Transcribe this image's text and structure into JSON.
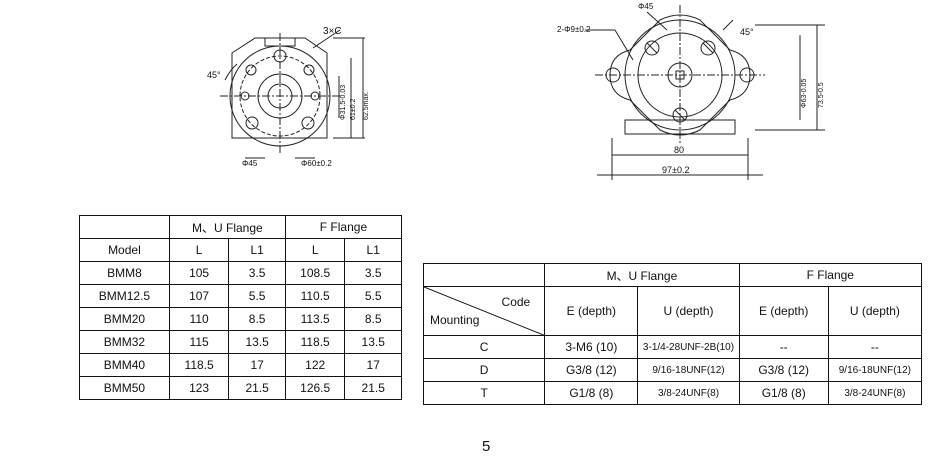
{
  "drawing_left": {
    "labels": {
      "holes": "3×C",
      "angle": "45°",
      "dia_bottom": "Φ45",
      "dia_circle": "Φ60±0.2",
      "dim1": "Φ31.5-0.03",
      "dim2": "61±0.2",
      "dim3": "62.5max."
    }
  },
  "drawing_right": {
    "labels": {
      "holes": "2-Φ9±0.2",
      "dia_top": "Φ45",
      "angle": "45°",
      "dim_v1": "Φ63-0.05",
      "dim_v2": "73.5-0.5",
      "width1": "80",
      "width2": "97±0.2"
    }
  },
  "table_left": {
    "group_headers": [
      "M、U Flange",
      "F Flange"
    ],
    "columns": [
      "Model",
      "L",
      "L1",
      "L",
      "L1"
    ],
    "rows": [
      [
        "BMM8",
        "105",
        "3.5",
        "108.5",
        "3.5"
      ],
      [
        "BMM12.5",
        "107",
        "5.5",
        "110.5",
        "5.5"
      ],
      [
        "BMM20",
        "110",
        "8.5",
        "113.5",
        "8.5"
      ],
      [
        "BMM32",
        "115",
        "13.5",
        "118.5",
        "13.5"
      ],
      [
        "BMM40",
        "118.5",
        "17",
        "122",
        "17"
      ],
      [
        "BMM50",
        "123",
        "21.5",
        "126.5",
        "21.5"
      ]
    ]
  },
  "table_right": {
    "group_headers": [
      "M、U Flange",
      "F Flange"
    ],
    "corner": {
      "code": "Code",
      "mounting": "Mounting"
    },
    "columns": [
      "E (depth)",
      "U (depth)",
      "E (depth)",
      "U (depth)"
    ],
    "rows": [
      [
        "C",
        "3-M6 (10)",
        "3-1/4-28UNF-2B(10)",
        "--",
        "--"
      ],
      [
        "D",
        "G3/8 (12)",
        "9/16-18UNF(12)",
        "G3/8 (12)",
        "9/16-18UNF(12)"
      ],
      [
        "T",
        "G1/8 (8)",
        "3/8-24UNF(8)",
        "G1/8 (8)",
        "3/8-24UNF(8)"
      ]
    ]
  },
  "page_number": "5"
}
